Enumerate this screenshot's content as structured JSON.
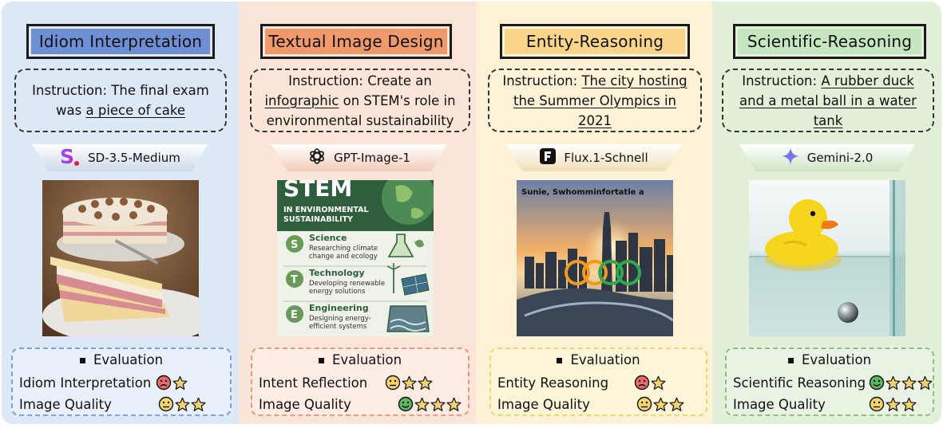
{
  "panels": [
    {
      "category": "Idiom Interpretation",
      "tag_color": "#6f8fd4",
      "instruction_prefix": "Instruction: The final exam was ",
      "instruction_underlined": "a piece of cake",
      "model": "SD-3.5-Medium",
      "model_icon": "sd-logo-icon",
      "image_alt": "layered cake slice photo",
      "evaluation_heading": "Evaluation",
      "metrics": [
        {
          "label": "Idiom Interpretation",
          "face": "sad",
          "stars": 1
        },
        {
          "label": "Image Quality",
          "face": "neutral",
          "stars": 2
        }
      ]
    },
    {
      "category": "Textual Image Design",
      "tag_color": "#f0996a",
      "instruction_prefix": "Instruction: Create an ",
      "instruction_underlined": "infographic",
      "instruction_suffix": " on STEM's role in environmental sustainability",
      "model": "GPT-Image-1",
      "model_icon": "openai-logo-icon",
      "image_alt": "STEM infographic",
      "infographic": {
        "title": "STEM",
        "subtitle_line1": "IN ENVIRONMENTAL",
        "subtitle_line2": "SUSTAINABILITY",
        "items": [
          {
            "letter": "S",
            "name": "Science",
            "desc1": "Researching climate",
            "desc2": "change and ecology"
          },
          {
            "letter": "T",
            "name": "Technology",
            "desc1": "Developing renewable",
            "desc2": "energy solutions"
          },
          {
            "letter": "E",
            "name": "Engineering",
            "desc1": "Designing energy-",
            "desc2": "efficient systems"
          }
        ]
      },
      "evaluation_heading": "Evaluation",
      "metrics": [
        {
          "label": "Intent Reflection",
          "face": "neutral",
          "stars": 2
        },
        {
          "label": "Image Quality",
          "face": "happy",
          "stars": 3
        }
      ]
    },
    {
      "category": "Entity-Reasoning",
      "tag_color": "#f9d48b",
      "instruction_prefix": "Instruction: ",
      "instruction_underlined": "The city hosting the Summer Olympics in 2021",
      "model": "Flux.1-Schnell",
      "model_icon": "flux-logo-icon",
      "image_alt": "city skyline with rings",
      "image_caption": "Sunie, Swhomminfortatle a",
      "evaluation_heading": "Evaluation",
      "metrics": [
        {
          "label": "Entity Reasoning",
          "face": "sad",
          "stars": 1
        },
        {
          "label": "Image Quality",
          "face": "neutral",
          "stars": 2
        }
      ]
    },
    {
      "category": "Scientific-Reasoning",
      "tag_color": "#c6e6c0",
      "instruction_prefix": "Instruction: ",
      "instruction_underlined": "A rubber duck and a metal ball in a water tank",
      "model": "Gemini-2.0",
      "model_icon": "gemini-logo-icon",
      "image_alt": "rubber duck floating in water tank",
      "evaluation_heading": "Evaluation",
      "metrics": [
        {
          "label": "Scientific Reasoning",
          "face": "happy",
          "stars": 3
        },
        {
          "label": "Image Quality",
          "face": "neutral",
          "stars": 2
        }
      ]
    }
  ]
}
